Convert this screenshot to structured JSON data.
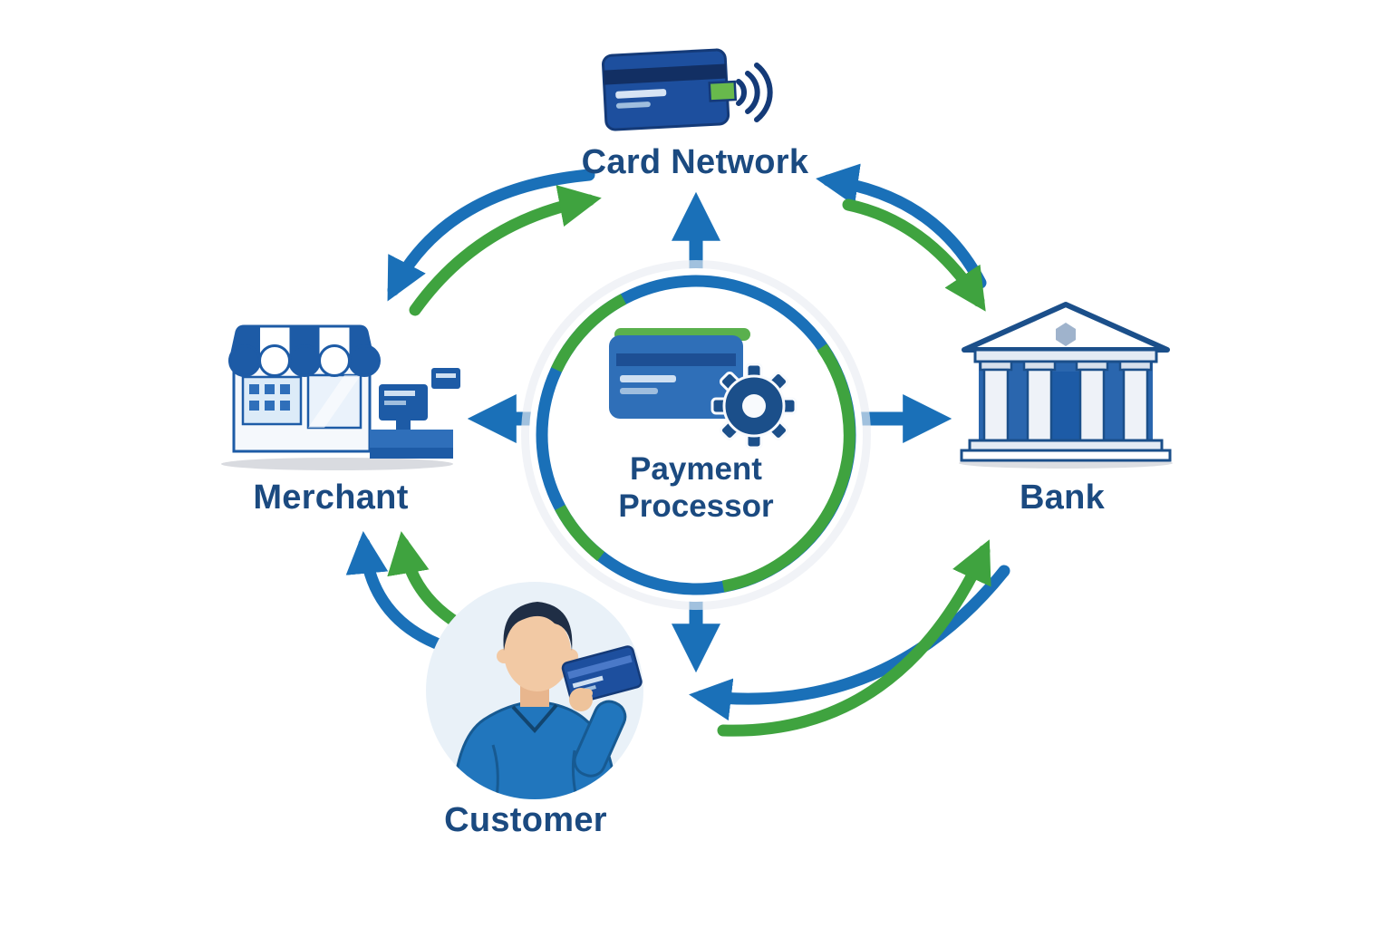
{
  "diagram": {
    "type": "flow-diagram",
    "background": "#ffffff",
    "center": {
      "label": "Payment Processor",
      "icon": "credit-card-gear-icon"
    },
    "nodes": {
      "card_network": {
        "label": "Card Network",
        "icon": "contactless-credit-card-icon",
        "position": "top"
      },
      "merchant": {
        "label": "Merchant",
        "icon": "storefront-pos-icon",
        "position": "left"
      },
      "bank": {
        "label": "Bank",
        "icon": "bank-building-icon",
        "position": "right"
      },
      "customer": {
        "label": "Customer",
        "icon": "person-holding-card-icon",
        "position": "bottom"
      }
    },
    "connections": [
      {
        "from": "payment_processor",
        "to": "card_network",
        "style": "straight",
        "color": "blue"
      },
      {
        "from": "payment_processor",
        "to": "merchant",
        "style": "straight",
        "color": "blue"
      },
      {
        "from": "payment_processor",
        "to": "bank",
        "style": "straight",
        "color": "blue"
      },
      {
        "from": "payment_processor",
        "to": "customer",
        "style": "straight",
        "color": "blue"
      },
      {
        "from": "card_network",
        "to": "merchant",
        "style": "curved",
        "color": "blue"
      },
      {
        "from": "merchant",
        "to": "card_network",
        "style": "curved",
        "color": "green"
      },
      {
        "from": "bank",
        "to": "card_network",
        "style": "curved",
        "color": "blue"
      },
      {
        "from": "card_network",
        "to": "bank",
        "style": "curved",
        "color": "green"
      },
      {
        "from": "customer",
        "to": "merchant",
        "style": "curved",
        "color": "blue"
      },
      {
        "from": "customer",
        "to": "merchant",
        "style": "curved",
        "color": "green"
      },
      {
        "from": "bank",
        "to": "customer",
        "style": "curved",
        "color": "blue"
      },
      {
        "from": "customer",
        "to": "bank",
        "style": "curved",
        "color": "green"
      }
    ],
    "colors": {
      "arrow_blue": "#1a70b8",
      "arrow_green": "#3fa33f",
      "label_navy": "#1b4a80",
      "icon_blue": "#1d5ba6",
      "icon_navy": "#1b4f8a",
      "card_blue": "#1d4f9e",
      "accent_green": "#5ab04d"
    }
  }
}
